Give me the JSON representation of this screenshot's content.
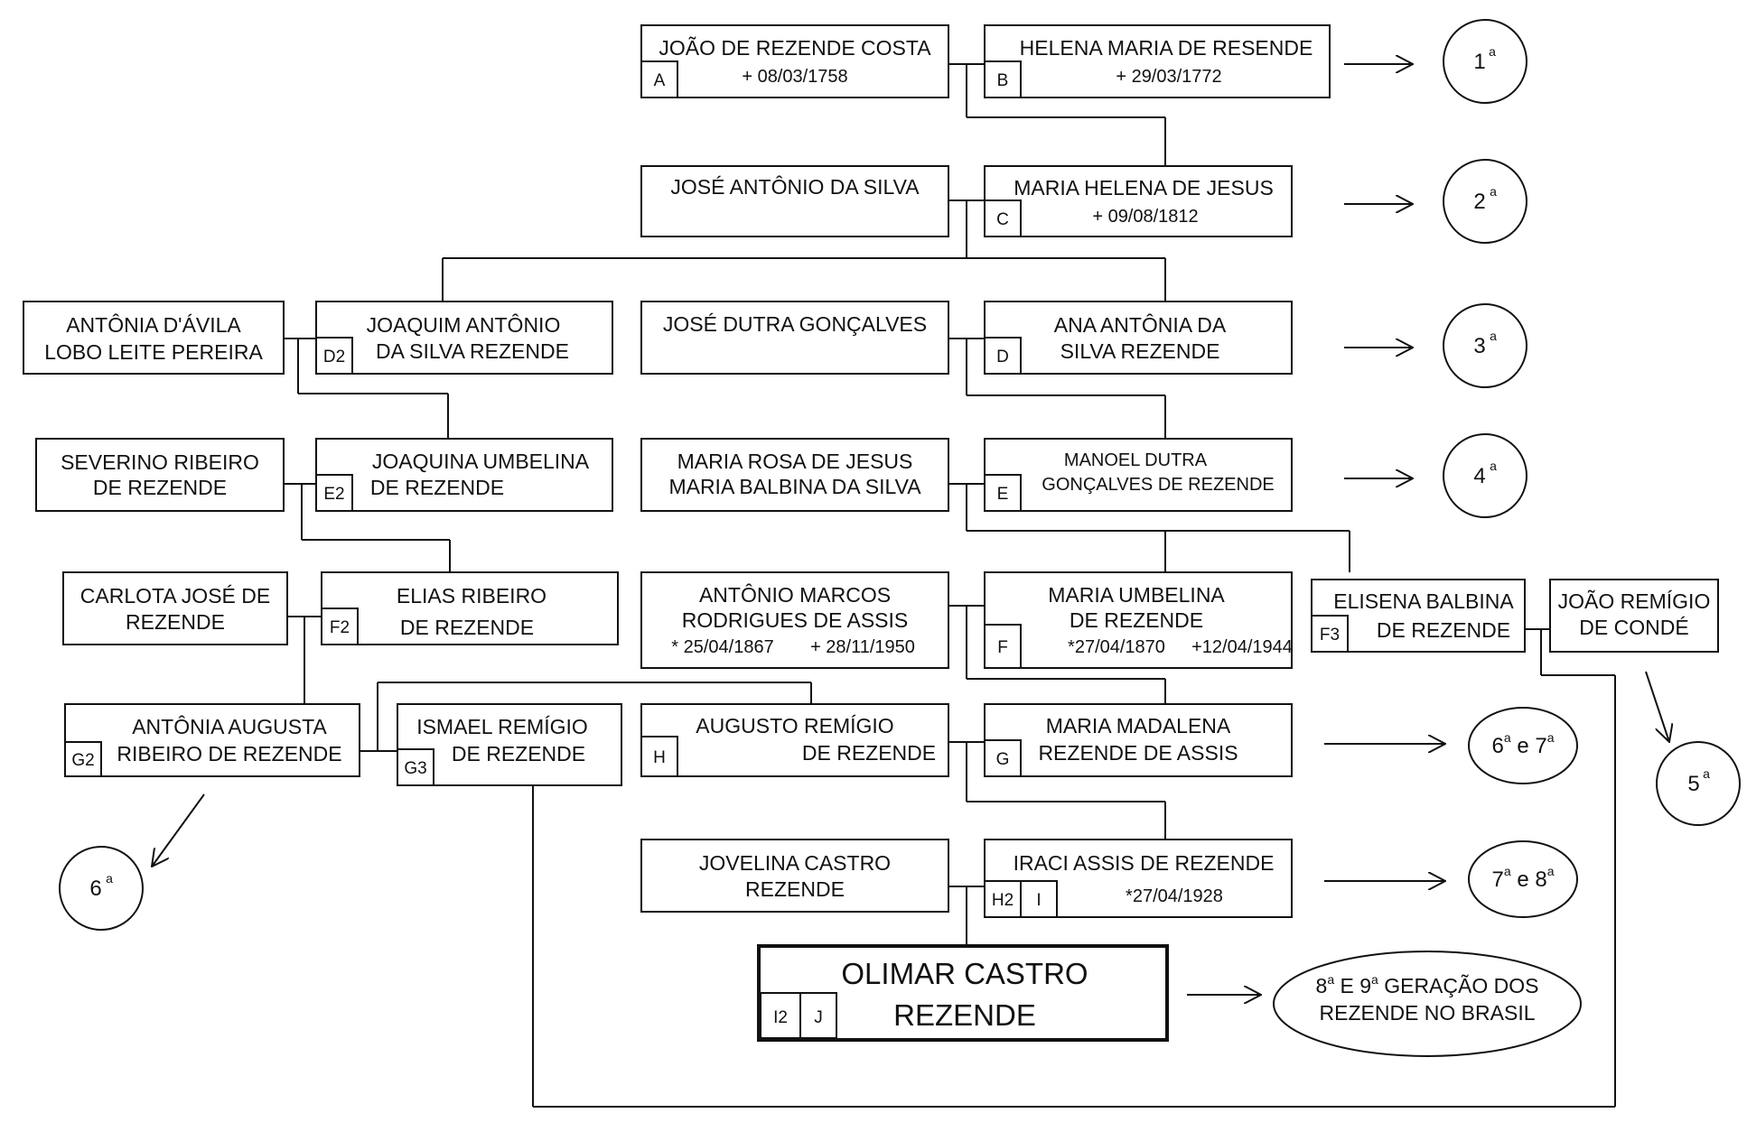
{
  "persons": {
    "A_B": {
      "husband": "JOÃO DE REZENDE COSTA",
      "husband_tag": "A",
      "husband_date": "+ 08/03/1758",
      "wife": "HELENA MARIA DE RESENDE",
      "wife_tag": "B",
      "wife_date": "+ 29/03/1772"
    },
    "C": {
      "husband": "JOSÉ ANTÔNIO DA SILVA",
      "wife": "MARIA HELENA DE JESUS",
      "wife_tag": "C",
      "wife_date": "+ 09/08/1812"
    },
    "D2": {
      "spouse_line1": "ANTÔNIA D'ÁVILA",
      "spouse_line2": "LOBO LEITE  PEREIRA",
      "line1": "JOAQUIM ANTÔNIO",
      "line2": "DA SILVA REZENDE",
      "tag": "D2"
    },
    "D": {
      "husband": "JOSÉ DUTRA GONÇALVES",
      "line1": "ANA ANTÔNIA DA",
      "line2": "SILVA REZENDE",
      "tag": "D"
    },
    "E2": {
      "spouse_line1": "SEVERINO  RIBEIRO",
      "spouse_line2": "DE  REZENDE",
      "line1": "JOAQUINA UMBELINA",
      "line2": "DE  REZENDE",
      "tag": "E2"
    },
    "E": {
      "spouse_line1": "MARIA ROSA DE JESUS",
      "spouse_line2": "MARIA BALBINA DA SILVA",
      "line1": "MANOEL DUTRA",
      "line2": "GONÇALVES DE REZENDE",
      "tag": "E"
    },
    "F2": {
      "spouse_line1": "CARLOTA JOSÉ DE",
      "spouse_line2": "REZENDE",
      "line1": "ELIAS RIBEIRO",
      "line2": "DE  REZENDE",
      "tag": "F2"
    },
    "F": {
      "spouse_line1": "ANTÔNIO MARCOS",
      "spouse_line2": "RODRIGUES DE ASSIS",
      "spouse_birth": "* 25/04/1867",
      "spouse_death": "+ 28/11/1950",
      "line1": "MARIA UMBELINA",
      "line2": "DE REZENDE",
      "tag": "F",
      "birth": "*27/04/1870",
      "death": "+12/04/1944"
    },
    "F3": {
      "line1": "ELISENA BALBINA",
      "line2": "DE  REZENDE",
      "tag": "F3",
      "spouse_line1": "JOÃO REMÍGIO",
      "spouse_line2": "DE CONDÉ"
    },
    "G2": {
      "line1": "ANTÔNIA AUGUSTA",
      "line2": "RIBEIRO DE  REZENDE",
      "tag": "G2"
    },
    "G3": {
      "line1": "ISMAEL REMÍGIO",
      "line2": "DE REZENDE",
      "tag": "G3"
    },
    "H": {
      "line1": "AUGUSTO REMÍGIO",
      "line2": "DE  REZENDE",
      "tag": "H"
    },
    "G": {
      "line1": "MARIA MADALENA",
      "line2": "REZENDE DE ASSIS",
      "tag": "G"
    },
    "I": {
      "spouse_line1": "JOVELINA CASTRO",
      "spouse_line2": "REZENDE",
      "name": "IRACI ASSIS DE REZENDE",
      "tag1": "H2",
      "tag2": "I",
      "birth": "*27/04/1928"
    },
    "J": {
      "line1": "OLIMAR CASTRO",
      "line2": "REZENDE",
      "tag1": "I2",
      "tag2": "J"
    }
  },
  "generations": {
    "g1": {
      "num": "1",
      "sup": "a"
    },
    "g2": {
      "num": "2",
      "sup": "a"
    },
    "g3": {
      "num": "3",
      "sup": "a"
    },
    "g4": {
      "num": "4",
      "sup": "a"
    },
    "g5": {
      "num": "5",
      "sup": "a"
    },
    "g6left": {
      "num": "6",
      "sup": "a"
    },
    "g67": {
      "num1": "6",
      "sup1": "a",
      "mid": " e ",
      "num2": "7",
      "sup2": "a"
    },
    "g78": {
      "num1": "7",
      "sup1": "a",
      "mid": " e ",
      "num2": "8",
      "sup2": "a"
    },
    "g89": {
      "num1": "8",
      "sup1": "a",
      "rest1": " E 9",
      "sup2": "a",
      "rest2": " GERAÇÃO DOS",
      "line2": "REZENDE NO BRASIL"
    }
  }
}
